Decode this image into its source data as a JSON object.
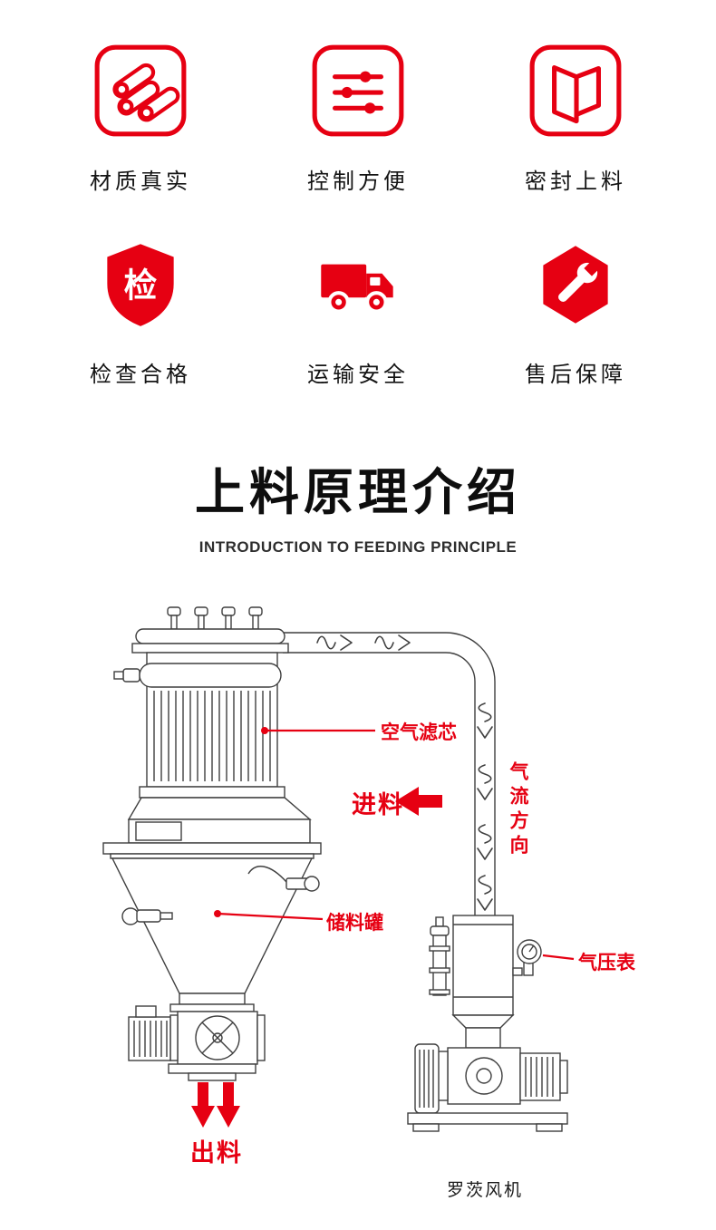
{
  "features": {
    "items": [
      {
        "label": "材质真实"
      },
      {
        "label": "控制方便"
      },
      {
        "label": "密封上料"
      },
      {
        "label": "检查合格",
        "badge_glyph": "检"
      },
      {
        "label": "运输安全"
      },
      {
        "label": "售后保障"
      }
    ]
  },
  "principle": {
    "title": "上料原理介绍",
    "subtitle": "INTRODUCTION TO FEEDING PRINCIPLE"
  },
  "diagram": {
    "air_filter_label": "空气滤芯",
    "feed_in_label": "进料",
    "airflow_label": "气流方向",
    "storage_tank_label": "储料罐",
    "pressure_gauge_label": "气压表",
    "discharge_label": "出料",
    "blower_label": "罗茨风机"
  },
  "colors": {
    "accent": "#e60012",
    "line": "#3f3f3f"
  }
}
